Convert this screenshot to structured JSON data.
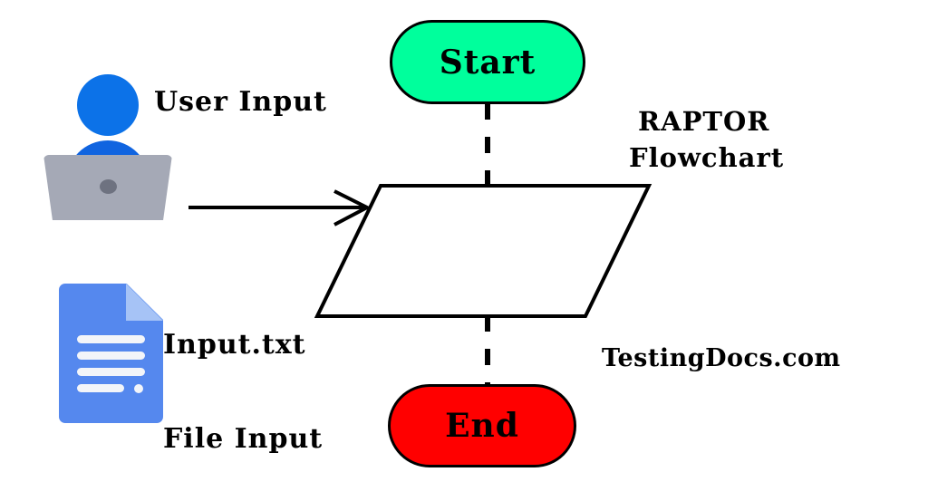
{
  "diagram": {
    "title": "RAPTOR Flowchart",
    "watermark": "TestingDocs.com",
    "brand_line_1": "RAPTOR",
    "brand_line_2": "Flowchart",
    "type": "flowchart",
    "background_color": "#ffffff"
  },
  "nodes": {
    "start": {
      "label": "Start",
      "shape": "terminator-rounded",
      "fill_color": "#00FF9C",
      "border_color": "#000000",
      "text_color": "#000000"
    },
    "end": {
      "label": "End",
      "shape": "terminator-rounded",
      "fill_color": "#FF0000",
      "border_color": "#000000",
      "text_color": "#000000"
    },
    "io": {
      "label": "",
      "shape": "parallelogram",
      "fill_color": "#FFFFFF",
      "border_color": "#000000"
    }
  },
  "connectors": {
    "start_to_io": {
      "style": "dashed",
      "color": "#000000",
      "direction": "down"
    },
    "io_to_end": {
      "style": "dashed",
      "color": "#000000",
      "direction": "down"
    },
    "user_to_io": {
      "style": "solid-arrow",
      "color": "#000000",
      "direction": "right"
    }
  },
  "annotations": {
    "user_input_label": "User Input",
    "file_name_label": "Input.txt",
    "file_input_label": "File Input"
  },
  "icons": {
    "user": {
      "name": "user-at-laptop-icon",
      "head_color": "#0c72e8",
      "shoulder_color": "#1064e0",
      "laptop_color": "#a5a9b6",
      "laptop_dot_color": "#6e7280"
    },
    "file": {
      "name": "text-document-icon",
      "body_color": "#5588ee",
      "fold_color": "#a6c3f6",
      "line_color": "#f3f5f9",
      "line_count": 4
    }
  }
}
